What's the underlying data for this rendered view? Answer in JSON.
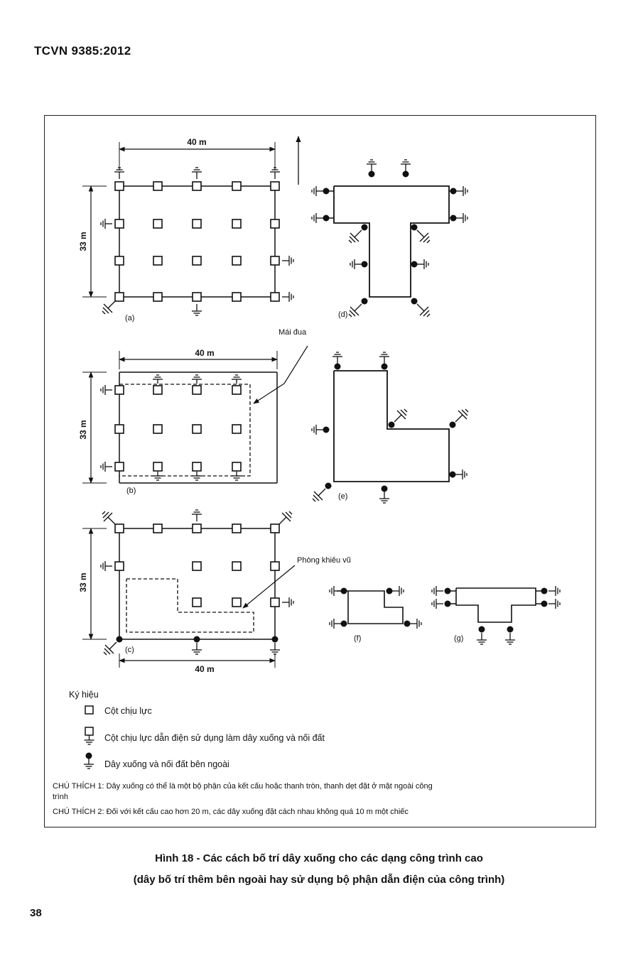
{
  "header": {
    "standard_code": "TCVN 9385:2012"
  },
  "figure": {
    "diagrams": {
      "a": {
        "label": "(a)",
        "width": "40 m",
        "height": "33 m"
      },
      "b": {
        "label": "(b)",
        "width": "40 m",
        "height": "33 m",
        "callout": "Mái đua"
      },
      "c": {
        "label": "(c)",
        "width": "40 m",
        "height": "33 m",
        "callout": "Phòng khiêu vũ"
      },
      "d": {
        "label": "(d)"
      },
      "e": {
        "label": "(e)"
      },
      "f": {
        "label": "(f)"
      },
      "g": {
        "label": "(g)"
      }
    },
    "legend": {
      "title": "Ký hiệu",
      "items": [
        {
          "symbol": "square-column",
          "label": "Cột chịu lực"
        },
        {
          "symbol": "grounded-column",
          "label": "Cột chịu lực dẫn điện sử dụng làm dây xuống và nối đất"
        },
        {
          "symbol": "external-down-conductor",
          "label": "Dây xuống và nối đất bên ngoài"
        }
      ]
    },
    "notes": [
      {
        "line1": "CHÚ THÍCH 1: Dây xuống có thể là một bộ phận của kết cấu hoặc thanh tròn, thanh dẹt đặt ở mặt ngoài công",
        "line2": "trình"
      },
      {
        "line1": "CHÚ THÍCH 2: Đối với kết cấu cao hơn 20 m, các dây xuống đặt cách nhau không quá 10 m một chiếc",
        "line2": ""
      }
    ]
  },
  "caption": {
    "line1": "Hình 18 - Các cách bố trí dây xuống cho các dạng công trình cao",
    "line2": "(dây bố trí thêm bên ngoài hay sử dụng bộ phận dẫn điện của công trình)"
  },
  "page_number": "38"
}
